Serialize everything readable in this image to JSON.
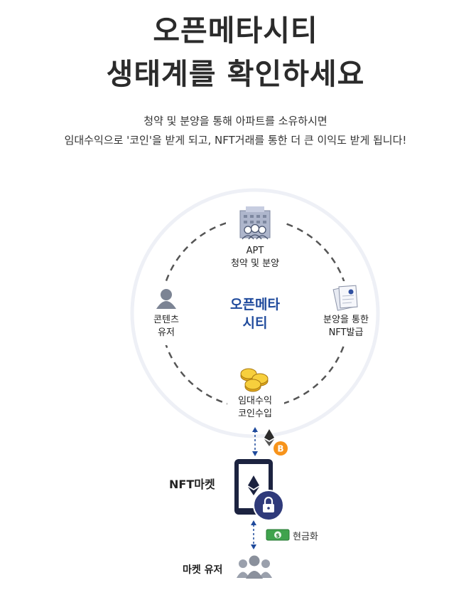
{
  "title_line1": "오픈메타시티",
  "title_line2": "생태계를 확인하세요",
  "subtitle_line1": "청약 및 분양을 통해 아파트를 소유하시면",
  "subtitle_line2": "임대수익으로 '코인'을 받게 되고, NFT거래를 통한 더 큰 이익도 받게 됩니다!",
  "cycle": {
    "center_line1": "오픈메타",
    "center_line2": "시티",
    "apt": {
      "line1": "APT",
      "line2": "청약 및 분양",
      "icon": "apartment-building-icon"
    },
    "nft_issue": {
      "line1": "분양을 통한",
      "line2": "NFT발급",
      "icon": "documents-icon"
    },
    "income": {
      "line1": "임대수익",
      "line2": "코인수입",
      "icon": "gold-coins-icon"
    },
    "content_user": {
      "line1": "콘텐츠",
      "line2": "유저",
      "icon": "user-icon"
    }
  },
  "crypto_icons": [
    "ethereum-icon",
    "bitcoin-icon"
  ],
  "nft_market_label": "NFT마켓",
  "cash_label": "현금화",
  "market_user_label": "마켓 유저",
  "colors": {
    "accent_blue": "#1f4a9c",
    "lock_navy": "#2f3a7a",
    "bitcoin_orange": "#f7931a",
    "cash_green": "#3fa34d"
  }
}
